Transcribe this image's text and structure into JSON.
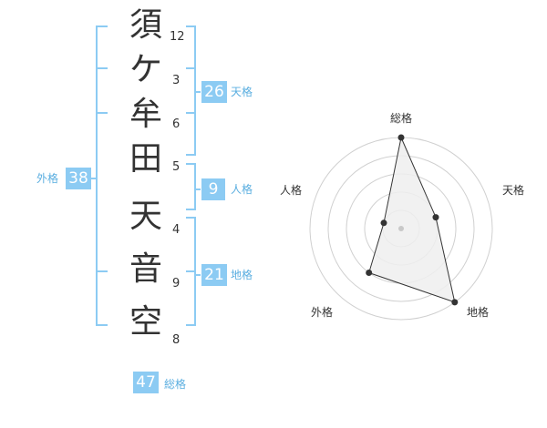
{
  "name": {
    "chars": [
      "須",
      "ケ",
      "牟",
      "田",
      "天",
      "音",
      "空"
    ],
    "strokes": [
      "12",
      "3",
      "6",
      "5",
      "4",
      "9",
      "8"
    ]
  },
  "fortune": {
    "tenkaku": {
      "value": "26",
      "label": "天格"
    },
    "jinkaku": {
      "value": "9",
      "label": "人格"
    },
    "chikaku": {
      "value": "21",
      "label": "地格"
    },
    "gaikaku": {
      "value": "38",
      "label": "外格"
    },
    "soukaku": {
      "value": "47",
      "label": "総格"
    }
  },
  "colors": {
    "bracket": "#8ccbf3",
    "badge": "#8ccbf3",
    "label": "#5aaee0",
    "polygon_fill": "#eeeeee"
  },
  "chart_data": {
    "type": "radar",
    "axes": [
      "総格",
      "天格",
      "地格",
      "外格",
      "人格"
    ],
    "values": [
      1.0,
      0.4,
      1.0,
      0.6,
      0.2
    ],
    "rings": 5,
    "max": 1.0
  }
}
